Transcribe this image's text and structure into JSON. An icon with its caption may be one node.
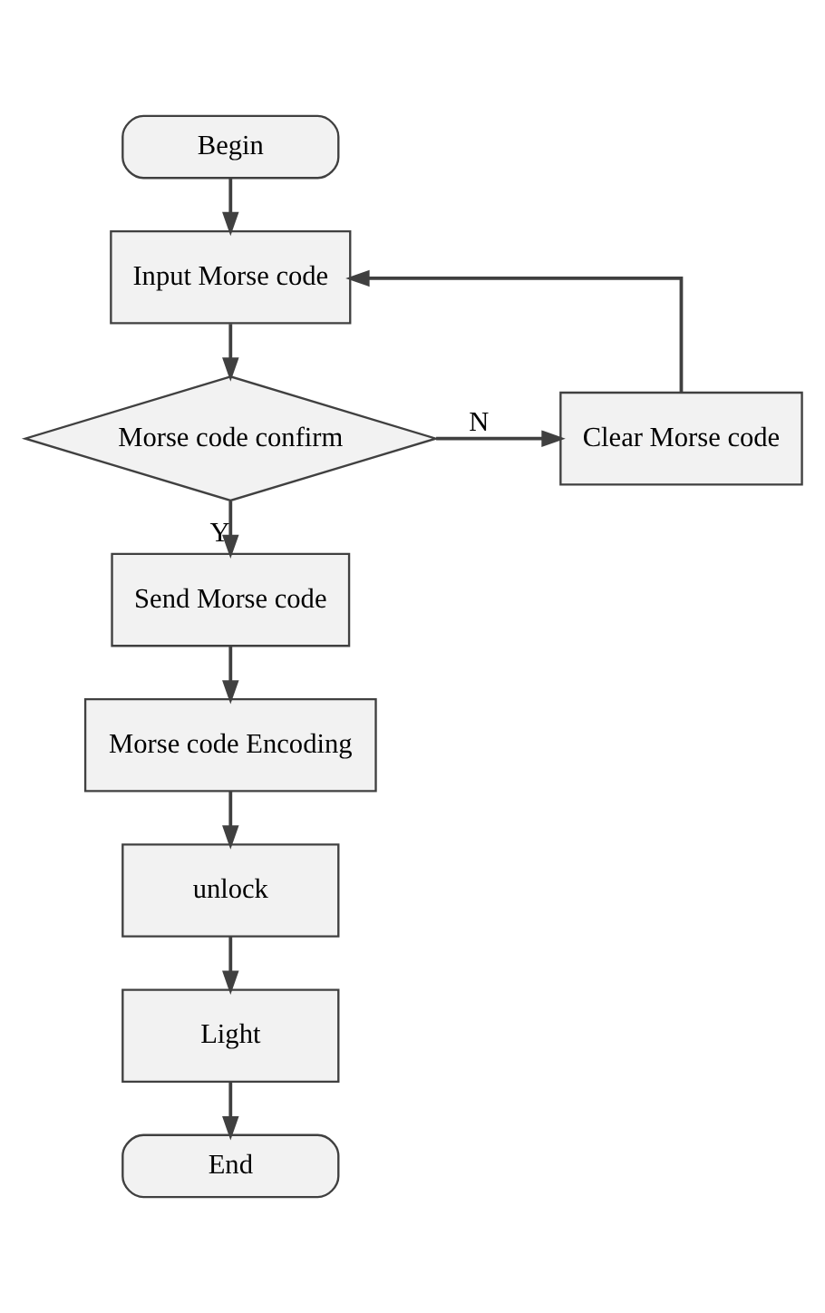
{
  "diagram": {
    "nodes": [
      {
        "text": [
          "Begin"
        ]
      },
      {
        "text": [
          "Input Morse code"
        ]
      },
      {
        "text": [
          "Morse code confirm"
        ]
      },
      {
        "text": [
          "Clear Morse code"
        ]
      },
      {
        "text": [
          "Send Morse code"
        ]
      },
      {
        "text": [
          "Morse code Encoding"
        ]
      },
      {
        "text": [
          "unlock"
        ]
      },
      {
        "text": [
          "Light"
        ]
      },
      {
        "text": [
          "End"
        ]
      }
    ],
    "edges": [
      {
        "from": 0,
        "to": 1,
        "arrow": "to"
      },
      {
        "from": 1,
        "to": 2,
        "arrow": "to"
      },
      {
        "from": 2,
        "to": 3,
        "arrow": "to",
        "label": "N"
      },
      {
        "from": 3,
        "to": 1,
        "arrow": "to"
      },
      {
        "from": 2,
        "to": 4,
        "arrow": "to",
        "label": "Y"
      },
      {
        "from": 4,
        "to": 5,
        "arrow": "to"
      },
      {
        "from": 5,
        "to": 6,
        "arrow": "to"
      },
      {
        "from": 6,
        "to": 7,
        "arrow": "to"
      },
      {
        "from": 7,
        "to": 8,
        "arrow": "to"
      }
    ]
  }
}
